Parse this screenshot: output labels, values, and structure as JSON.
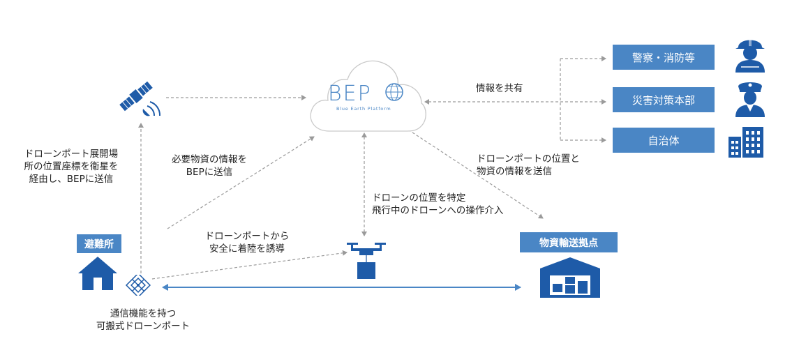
{
  "cloud": {
    "logo_text": "BEP",
    "tagline": "Blue Earth Platform"
  },
  "labels": {
    "satellite_route": [
      "ドローンポート展開場",
      "所の位置座標を衛星を",
      "経由し、BEPに送信"
    ],
    "supplies_info": [
      "必要物資の情報を",
      "BEPに送信"
    ],
    "share_info": "情報を共有",
    "port_info": [
      "ドローンポートの位置と",
      "物資の情報を送信"
    ],
    "drone_control": [
      "ドローンの位置を特定",
      "飛行中のドローンへの操作介入"
    ],
    "safe_landing": [
      "ドローンポートから",
      "安全に着陸を誘導"
    ],
    "portable_port": [
      "通信機能を持つ",
      "可搬式ドローンポート"
    ]
  },
  "nodes": {
    "shelter": "避難所",
    "logistics_hub": "物資輸送拠点"
  },
  "stakeholders": [
    {
      "label": "警察・消防等",
      "icon": "firefighter-icon"
    },
    {
      "label": "災害対策本部",
      "icon": "police-officer-icon"
    },
    {
      "label": "自治体",
      "icon": "building-icon"
    }
  ],
  "colors": {
    "accent": "#4a86c5",
    "icon_blue": "#1e5ba8",
    "arrow_gray": "#9a9a9a"
  }
}
